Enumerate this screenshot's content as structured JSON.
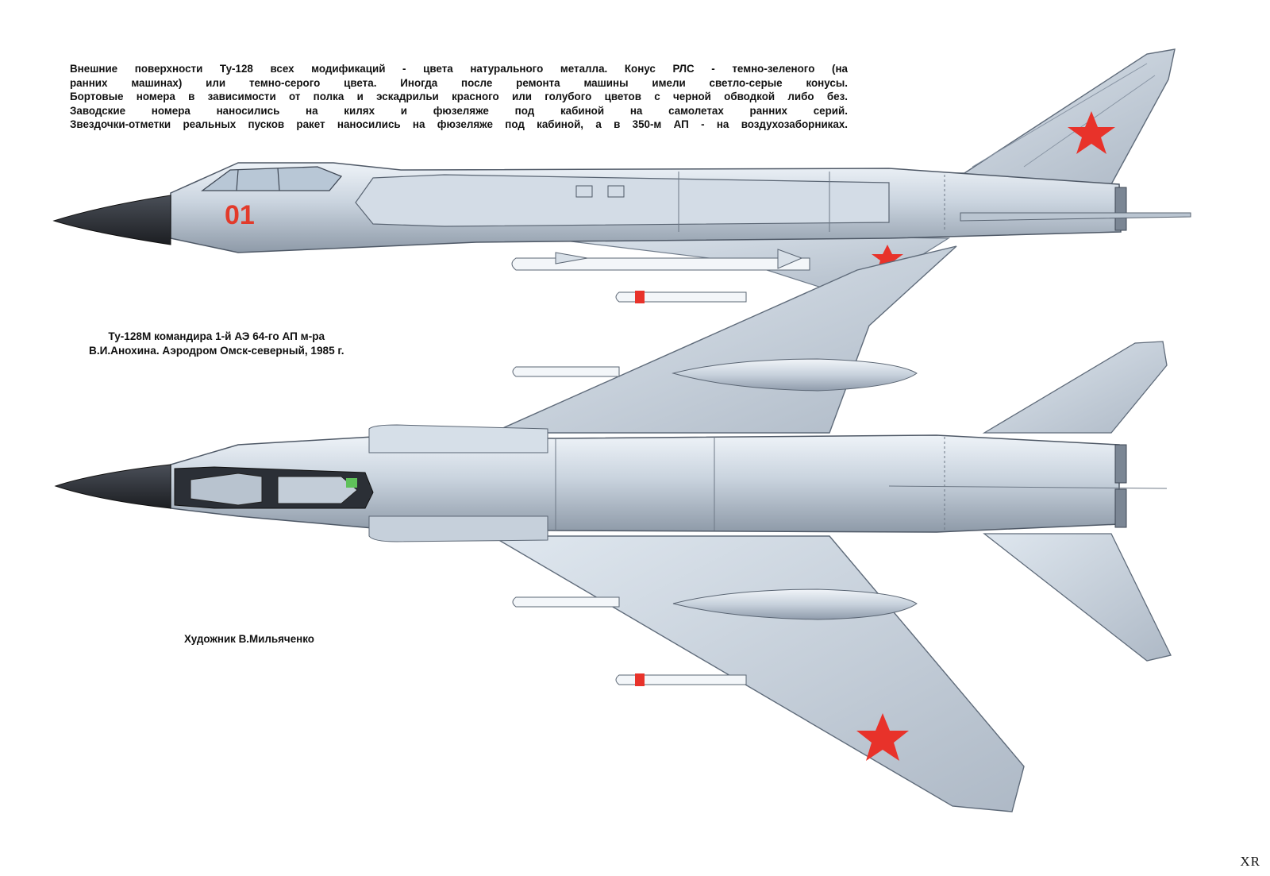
{
  "intro_lines": [
    "Внешние поверхности Ту-128 всех модификаций - цвета натурального металла. Конус РЛС - темно-зеленого (на",
    "ранних машинах) или темно-серого цвета. Иногда после ремонта машины имели светло-серые конусы.",
    "Бортовые номера в зависимости от полка и эскадрильи красного или голубого цветов с черной обводкой либо без.",
    "Заводские номера наносились на килях и фюзеляже под кабиной на самолетах ранних серий.",
    "Звездочки-отметки реальных пусков ракет наносились на фюзеляже под кабиной, а в 350-м АП - на воздухозаборниках."
  ],
  "caption_lines": [
    "Ту-128М командира 1-й АЭ 64-го АП м-ра",
    "В.И.Анохина. Аэродром Омск-северный, 1985 г."
  ],
  "artist": "Художник В.Мильяченко",
  "watermark": "XR",
  "aircraft": {
    "side_number": "01"
  },
  "colors": {
    "metal": "#c9d3de",
    "metal_dark": "#8e9aa8",
    "radome": "#2a2d33",
    "star_red": "#e8322a",
    "number_red": "#e23a2a"
  },
  "icons": {
    "insignia": "red-star-icon"
  }
}
